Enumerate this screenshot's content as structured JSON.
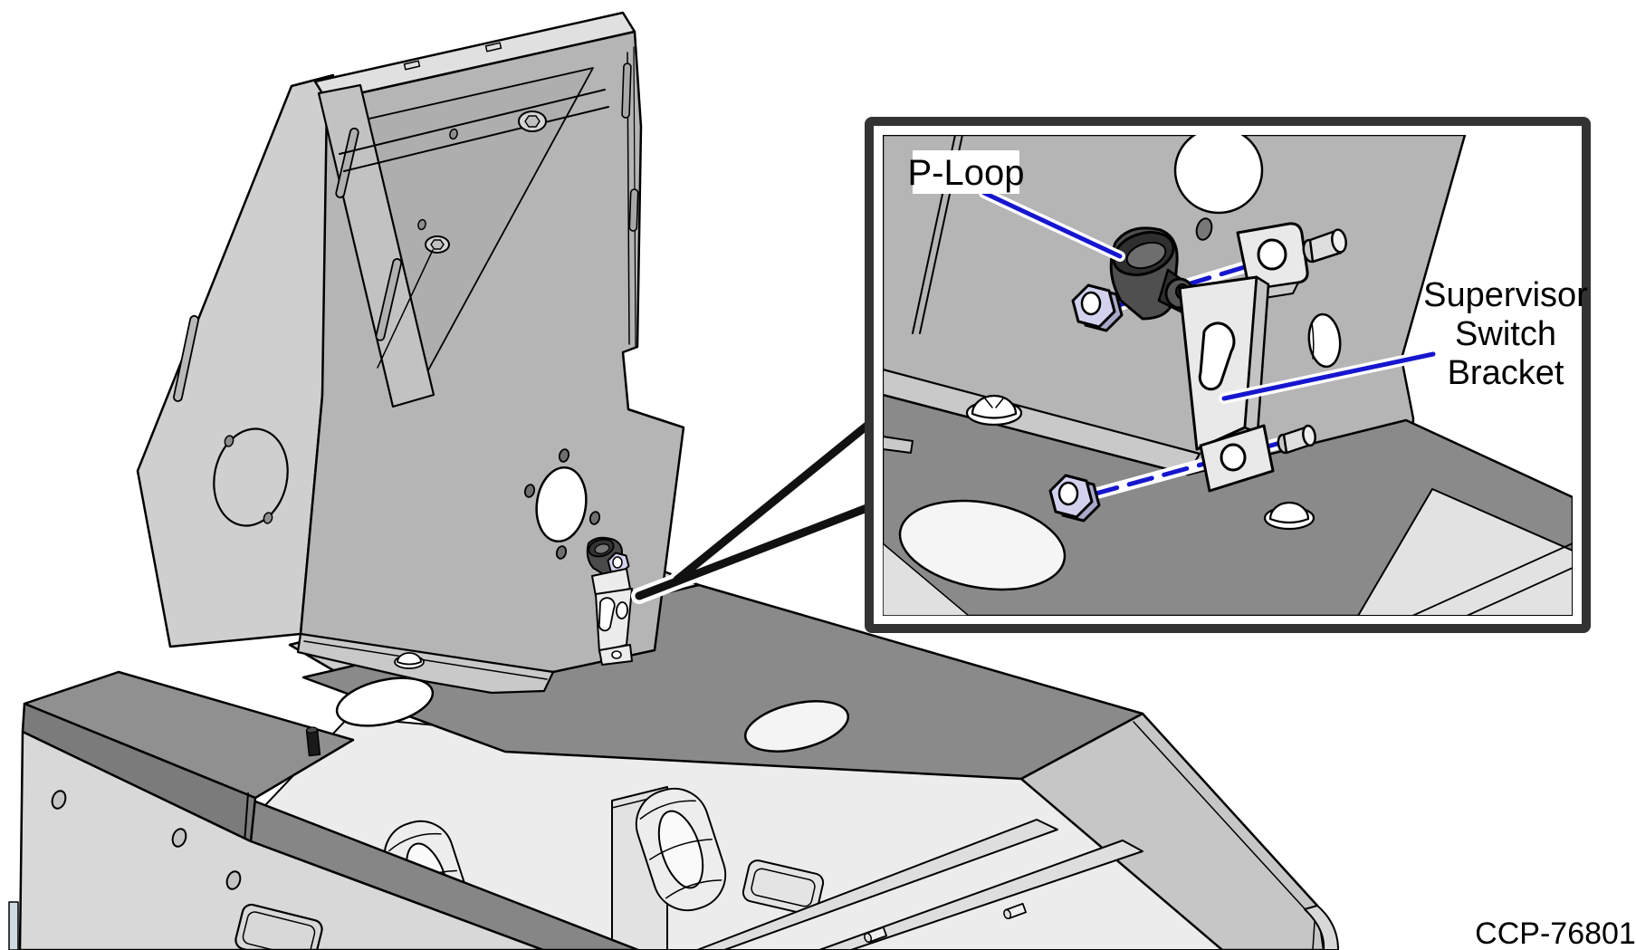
{
  "figure": {
    "type": "exploded-assembly-technical-illustration",
    "subject": "Supervisor switch bracket and P-loop installation on open lid of cabinet",
    "part_number": "CCP-76801"
  },
  "callout": {
    "p_loop_label": "P-Loop",
    "bracket_label": "Supervisor Switch Bracket",
    "bracket_label_lines": [
      "Supervisor",
      "Switch",
      "Bracket"
    ]
  },
  "parts_visible": [
    {
      "name": "p-loop",
      "label": "P-Loop",
      "count": 1
    },
    {
      "name": "supervisor-switch-bracket",
      "label": "Supervisor Switch Bracket",
      "count": 1
    },
    {
      "name": "hex-nut",
      "count": 2
    },
    {
      "name": "screw",
      "count": 2
    }
  ],
  "colors": {
    "leader_blue": "#1616cf",
    "callout_border": "#333333",
    "panel_gray": "#b5b5b5",
    "panel_light": "#d8d8d8",
    "ledge_dark": "#8a8a8a",
    "nut_lavender": "#d2d2ee",
    "line_black": "#000000",
    "background": "#ffffff"
  }
}
